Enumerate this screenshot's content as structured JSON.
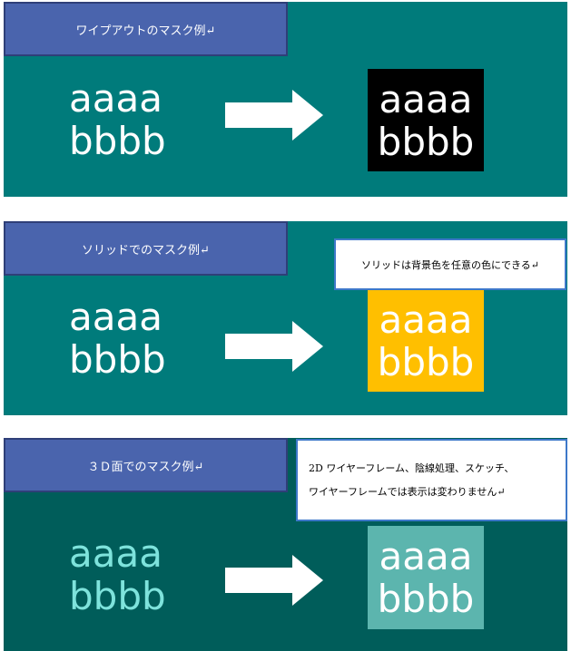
{
  "sections": [
    {
      "title": "ワイプアウトのマスク例↵",
      "sample_lines": [
        "aaaa",
        "bbbb"
      ],
      "mask_color": "#000000",
      "panel_color": "#007b7b"
    },
    {
      "title": "ソリッドでのマスク例↵",
      "sample_lines": [
        "aaaa",
        "bbbb"
      ],
      "mask_color": "#ffbf00",
      "panel_color": "#007b7b",
      "note": "ソリッドは背景色を任意の色にできる↵"
    },
    {
      "title": "３Ｄ面でのマスク例↵",
      "sample_lines": [
        "aaaa",
        "bbbb"
      ],
      "mask_color": "#5cb5ae",
      "panel_color": "#005d5a",
      "note_lines": [
        "2D ワイヤーフレーム、陰線処理、スケッチ、",
        "ワイヤーフレームでは表示は変わりません↵"
      ]
    }
  ],
  "icons": {
    "arrow": "right-arrow-icon"
  },
  "colors": {
    "title_bg": "#4a64ad",
    "callout_border": "#3d78c9"
  }
}
